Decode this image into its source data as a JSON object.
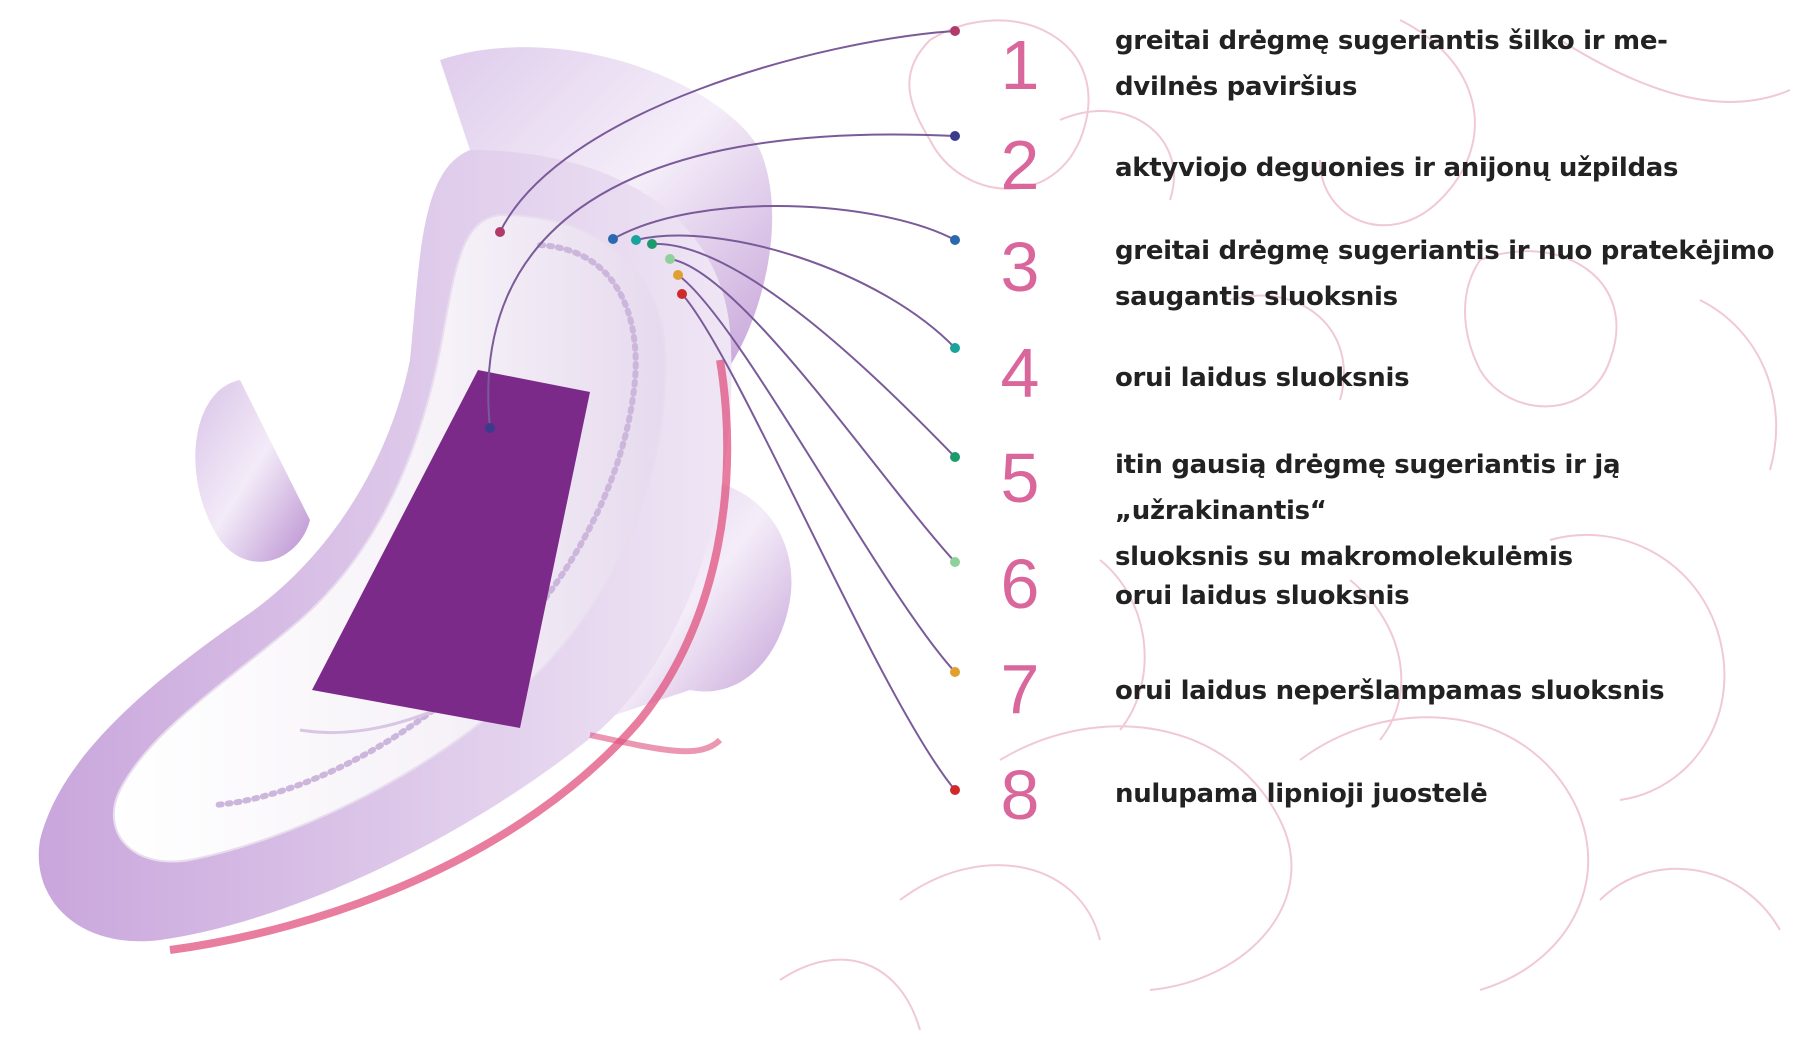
{
  "colors": {
    "pad_accent": "#7b2a8a",
    "pink_edge": "#e0527f",
    "number_color": "#d9679c",
    "connector_line": "#7a5a98",
    "dots": [
      "#b03a6a",
      "#3b3b8c",
      "#2b68b0",
      "#18a39c",
      "#1c9a6a",
      "#8fd19a",
      "#e0a030",
      "#d0292a"
    ]
  },
  "layers": [
    {
      "number": "1",
      "text": "greitai drėgmę sugeriantis šilko  ir me-\ndvilnės paviršius"
    },
    {
      "number": "2",
      "text": "aktyviojo deguonies ir anijonų užpildas"
    },
    {
      "number": "3",
      "text": "greitai drėgmę sugeriantis ir nuo  pratekėjimo\nsaugantis sluoksnis"
    },
    {
      "number": "4",
      "text": "orui laidus sluoksnis"
    },
    {
      "number": "5",
      "text": "itin gausią drėgmę sugeriantis ir ją „užrakinantis“\nsluoksnis su makromolekulėmis"
    },
    {
      "number": "6",
      "text": "orui laidus sluoksnis"
    },
    {
      "number": "7",
      "text": "orui laidus neperšlampamas sluoksnis"
    },
    {
      "number": "8",
      "text": "nulupama lipnioji juostelė"
    }
  ]
}
